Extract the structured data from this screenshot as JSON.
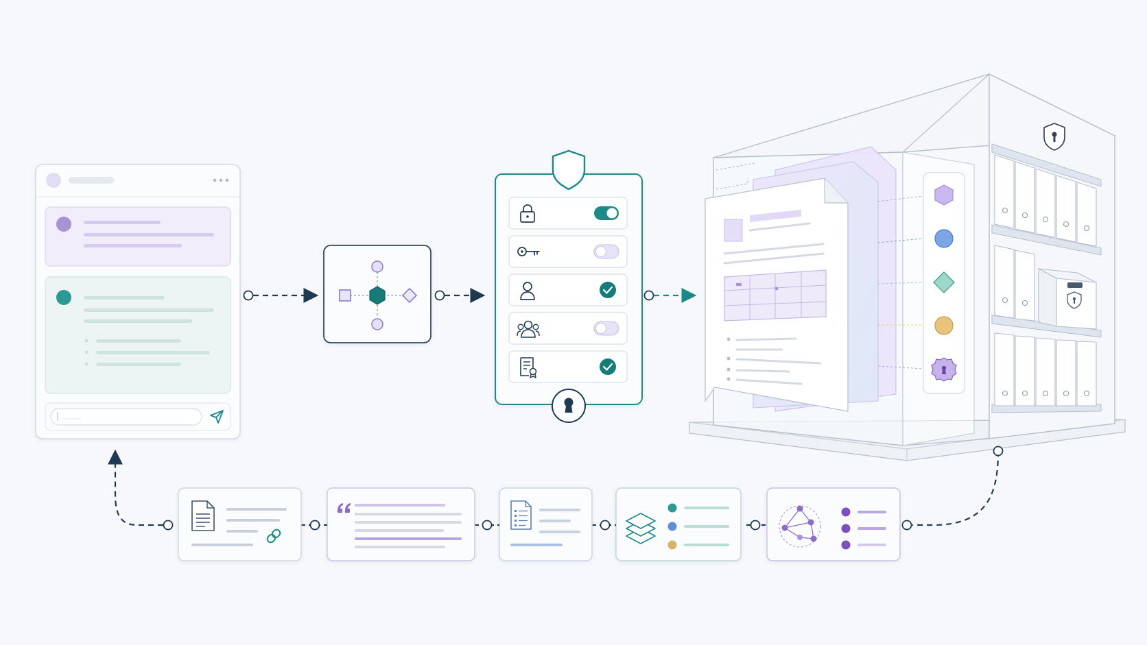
{
  "colors": {
    "background": "#f6f8fb",
    "navy": "#1e3a52",
    "teal": "#1b8a88",
    "teal_light": "#e6f3f1",
    "purple": "#8b6cc9",
    "purple_light": "#efeafa",
    "blue": "#5b8fd6",
    "gold": "#d6b467",
    "border": "#c9d2de",
    "line_gray": "#d6dde6"
  },
  "chat_panel": {
    "messages": [
      {
        "role": "user",
        "dot_color": "#a893d6"
      },
      {
        "role": "assistant",
        "dot_color": "#2a9a92"
      }
    ],
    "input_icon": "send-icon",
    "menu_icon": "more-dots-icon"
  },
  "orchestrator_node": {
    "icons": [
      "square-icon",
      "hexagon-icon",
      "diamond-icon",
      "circle-icon",
      "circle-icon"
    ]
  },
  "access_control_panel": {
    "badge_icon": "shield-icon",
    "footer_icon": "keyhole-icon",
    "rows": [
      {
        "icon": "lock-icon",
        "control": "toggle",
        "state": "on"
      },
      {
        "icon": "key-icon",
        "control": "toggle",
        "state": "off"
      },
      {
        "icon": "user-icon",
        "control": "check",
        "state": "checked"
      },
      {
        "icon": "users-icon",
        "control": "toggle",
        "state": "off"
      },
      {
        "icon": "certificate-icon",
        "control": "check",
        "state": "checked"
      }
    ]
  },
  "secure_repository": {
    "lock_icon": "shield-keyhole-icon",
    "metadata_markers": [
      {
        "shape": "hexagon",
        "color": "#b7a4e4"
      },
      {
        "shape": "circle",
        "color": "#7aa6e6"
      },
      {
        "shape": "diamond",
        "color": "#8fd3c4"
      },
      {
        "shape": "circle",
        "color": "#e8c57a"
      },
      {
        "shape": "seal",
        "color": "#b39ae0"
      }
    ],
    "box_icon": "shield-keyhole-icon"
  },
  "retrieval_pipeline": {
    "steps": [
      {
        "id": "source-document",
        "icon": "document-icon",
        "accent_icon": "link-icon"
      },
      {
        "id": "quoted-passage",
        "icon": "quote-icon"
      },
      {
        "id": "chunked-document",
        "icon": "list-document-icon"
      },
      {
        "id": "embedding-layers",
        "icon": "layers-icon",
        "dots": [
          "#2a9a92",
          "#5b8fd6",
          "#d6b467"
        ]
      },
      {
        "id": "knowledge-graph",
        "icon": "graph-icon",
        "dots": [
          "#7b4fc0",
          "#7b4fc0",
          "#7b4fc0"
        ]
      }
    ]
  }
}
